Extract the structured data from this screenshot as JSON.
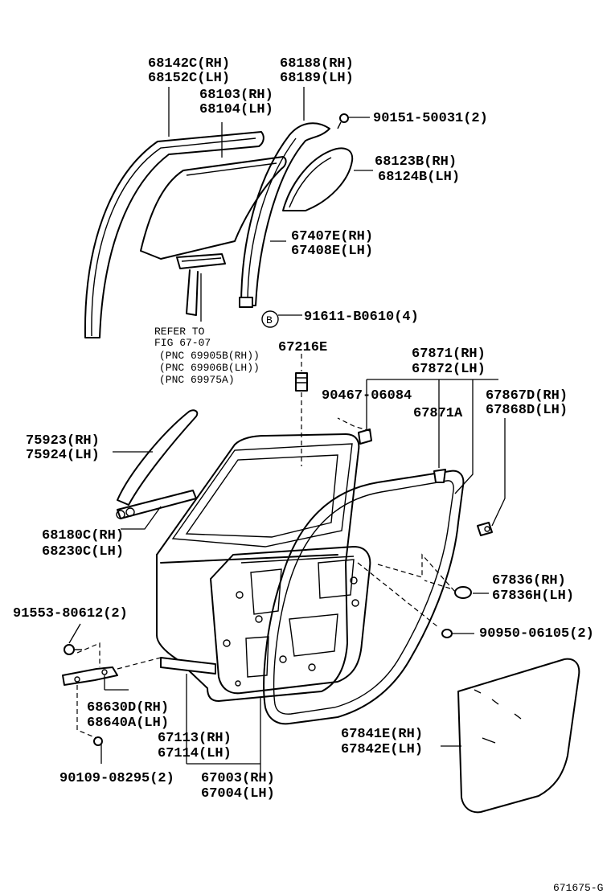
{
  "labels": {
    "p68142C": "68142C(RH)",
    "p68152C": "68152C(LH)",
    "p68188": "68188(RH)",
    "p68189": "68189(LH)",
    "p68103": "68103(RH)",
    "p68104": "68104(LH)",
    "p90151": "90151-50031(2)",
    "p68123B": "68123B(RH)",
    "p68124B": "68124B(LH)",
    "p67407E": "67407E(RH)",
    "p67408E": "67408E(LH)",
    "p91611": "91611-B0610(4)",
    "b_marker": "B",
    "refer1": "REFER TO",
    "refer2": "FIG  67-07",
    "refer3": "(PNC  69905B(RH))",
    "refer4": "(PNC  69906B(LH))",
    "refer5": "(PNC  69975A)",
    "p67216E": "67216E",
    "p67871": "67871(RH)",
    "p67872": "67872(LH)",
    "p90467": "90467-06084",
    "p67867D": "67867D(RH)",
    "p67868D": "67868D(LH)",
    "p67871A": "67871A",
    "p75923": "75923(RH)",
    "p75924": "75924(LH)",
    "p68180C": "68180C(RH)",
    "p68230C": "68230C(LH)",
    "p67836RH": "67836(RH)",
    "p67836H": "67836H(LH)",
    "p91553": "91553-80612(2)",
    "p90950": "90950-06105(2)",
    "p68630D": "68630D(RH)",
    "p68640A": "68640A(LH)",
    "p67113": "67113(RH)",
    "p67114": "67114(LH)",
    "p67841E": "67841E(RH)",
    "p67842E": "67842E(LH)",
    "p67003": "67003(RH)",
    "p67004": "67004(LH)",
    "p90109": "90109-08295(2)",
    "figure_code": "671675-G"
  }
}
